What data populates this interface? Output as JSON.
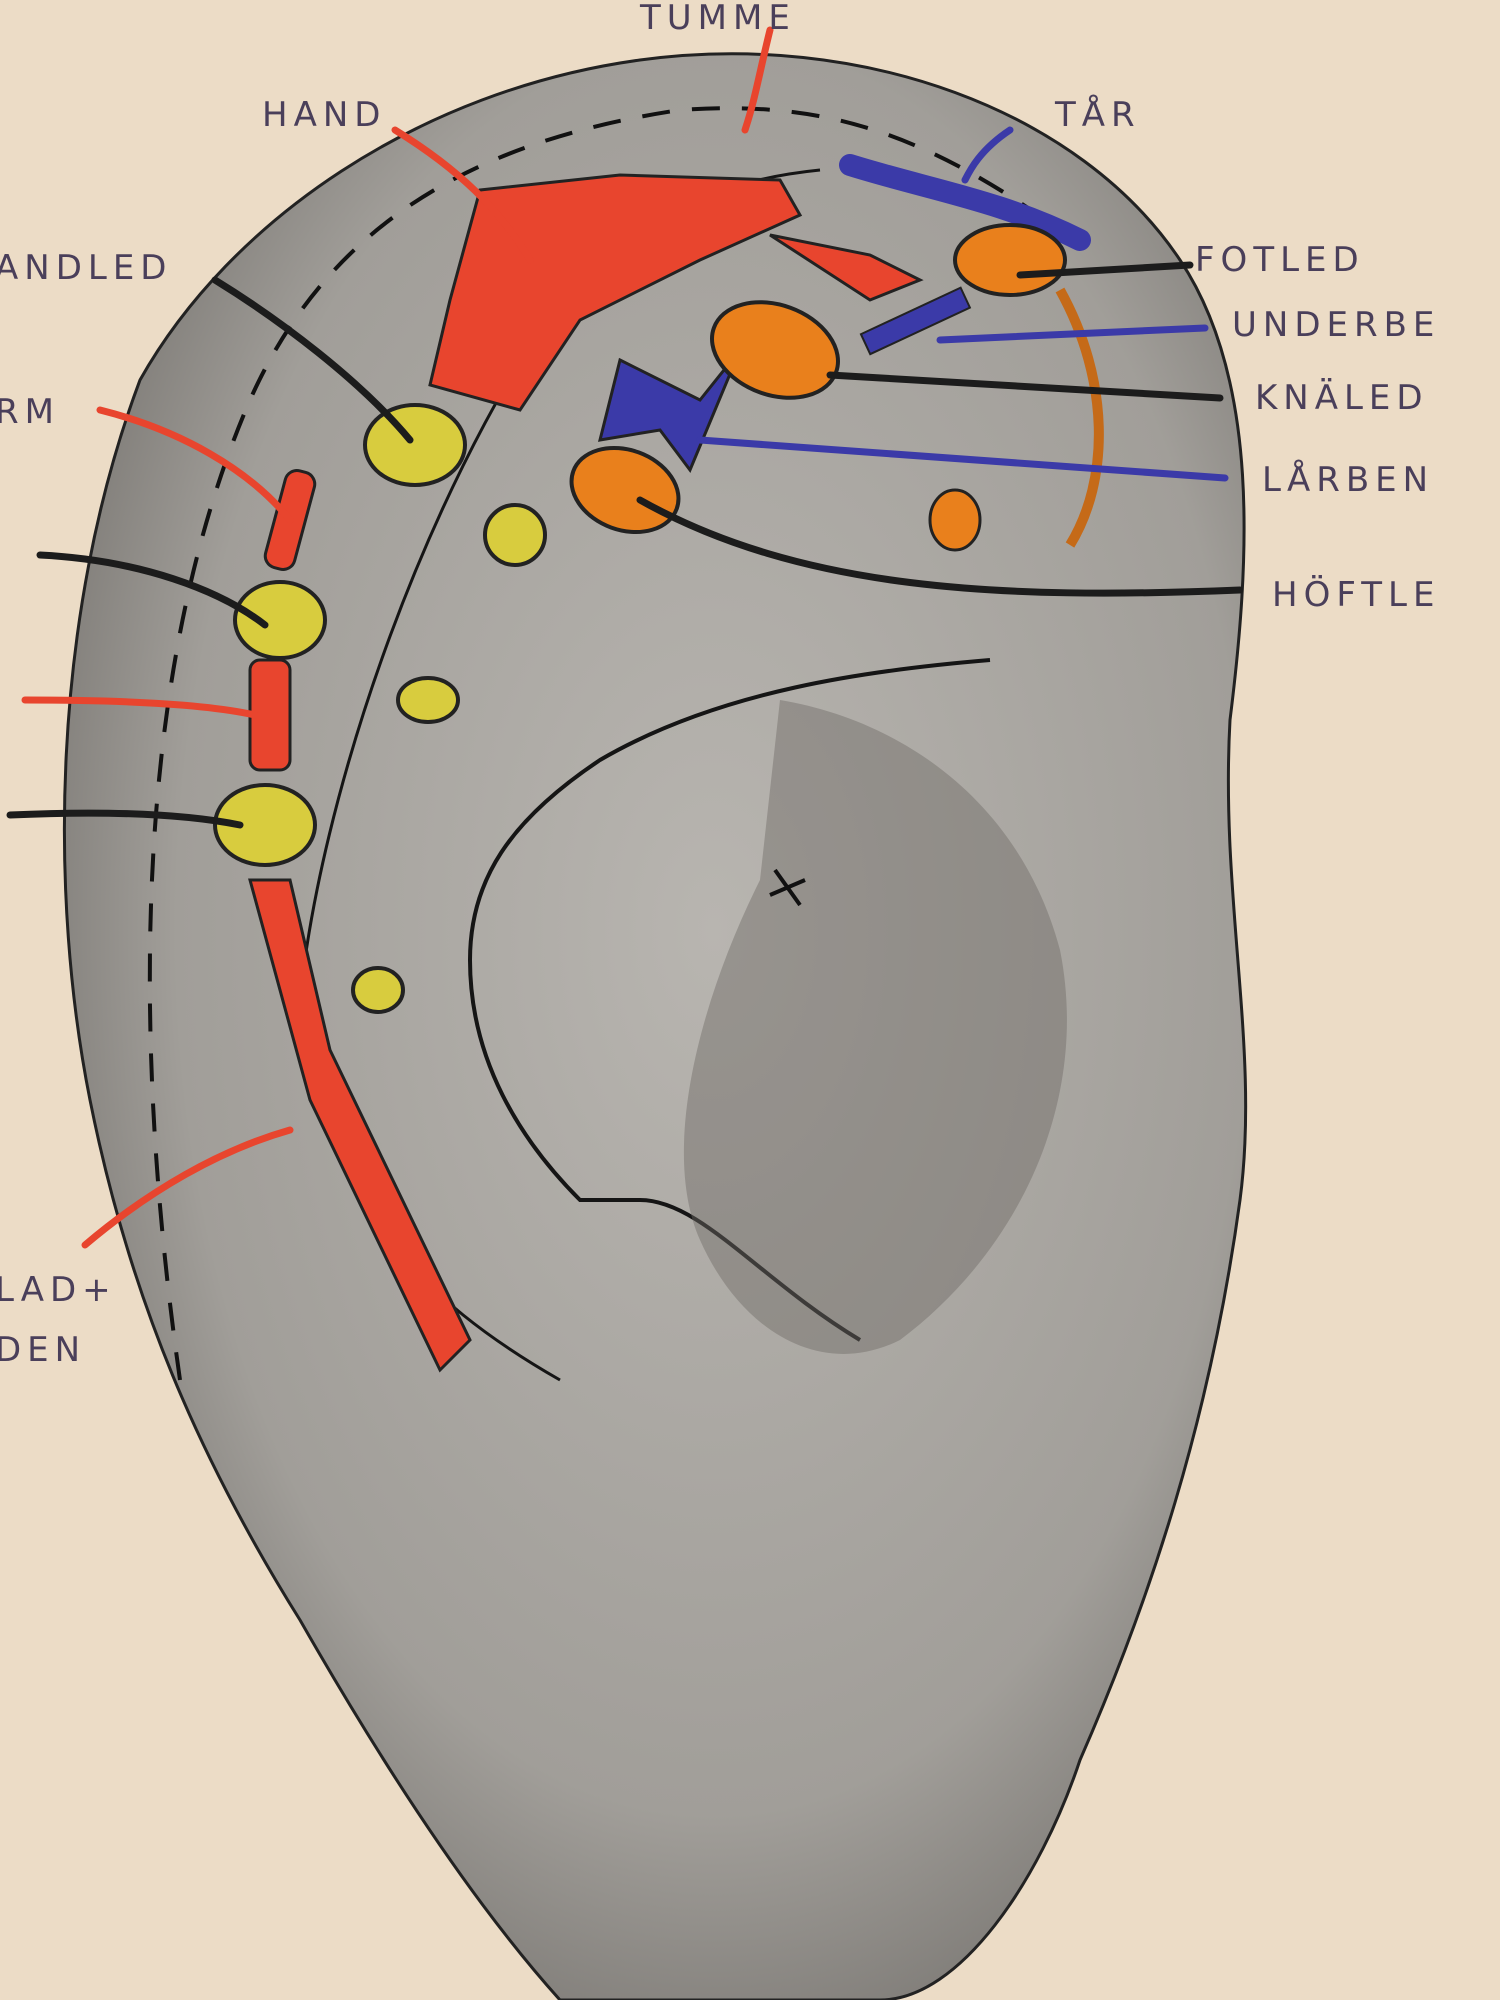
{
  "labels": {
    "tumme": "TUMME",
    "hand": "HAND",
    "tar": "TÅR",
    "fotled": "FOTLED",
    "underben": "UNDERBE",
    "knaled": "KNÄLED",
    "larben": "LÅRBEN",
    "hoftled": "HÖFTLE",
    "handled": "ANDLED",
    "arm": "RM",
    "skulderblad_line1": "LAD+",
    "skulderblad_line2": "DEN"
  },
  "colors": {
    "paper": "#ecdcc6",
    "ear": "#a9a6a1",
    "red": "#e8452e",
    "yellow": "#d8cc3e",
    "orange": "#e9801c",
    "blue": "#3b3aa8",
    "ink": "#1c1c1c",
    "label_ink": "#4a3f5a"
  }
}
